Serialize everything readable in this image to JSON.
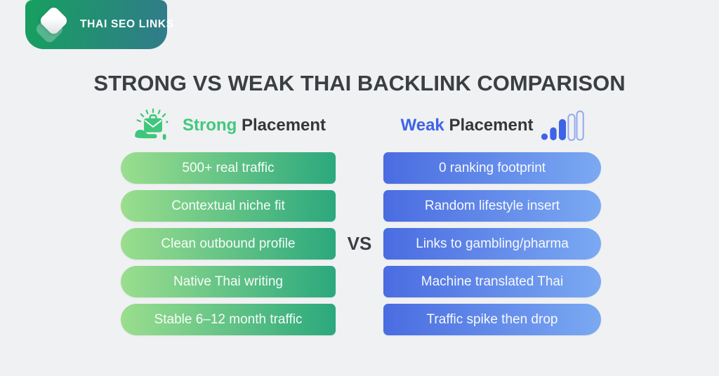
{
  "badge": {
    "label": "THAI SEO LINKS",
    "gradient": [
      "#16A05E",
      "#317B8B"
    ]
  },
  "title": "STRONG VS WEAK THAI BACKLINK COMPARISON",
  "vs_label": "VS",
  "columns": {
    "strong": {
      "heading_accent": "Strong",
      "heading_rest": "Placement",
      "accent_color": "#41C87E",
      "icon": "briefcase-hand-icon",
      "pill_gradient": [
        "#9BDE8E",
        "#2BA87D"
      ],
      "items": [
        "500+ real traffic",
        "Contextual niche fit",
        "Clean outbound profile",
        "Native Thai writing",
        "Stable 6–12 month traffic"
      ]
    },
    "weak": {
      "heading_accent": "Weak",
      "heading_rest": "Placement",
      "accent_color": "#3E63E7",
      "icon": "bar-chart-icon",
      "pill_gradient": [
        "#4A6CE1",
        "#7BA9F2"
      ],
      "items": [
        "0 ranking footprint",
        "Random lifestyle insert",
        "Links to gambling/pharma",
        "Machine translated Thai",
        "Traffic spike then drop"
      ]
    }
  },
  "colors": {
    "background": "#F0F1F2",
    "title_text": "#3B3F43",
    "pill_text": "#FFFFFF"
  }
}
